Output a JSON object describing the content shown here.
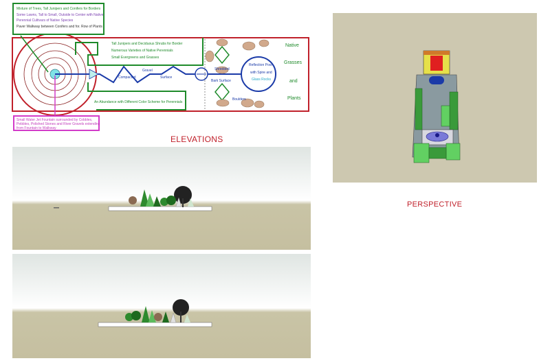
{
  "plan": {
    "legend_green": [
      "Mixture of Trees, Tall Junipers and Conifers for Borders",
      "Some Lawns, Tall to Small, Outside to Center with Native",
      "Perennial Cultivars of Native Species",
      "Paver Walkway between Conifers and for. Row of Plants"
    ],
    "legend_pink": [
      "Small Water Jet Fountain surrounded by Cobbles,",
      "Pebbles, Polished Stones and River Gravels extending",
      "from Fountain to Walkway"
    ],
    "green_box_top": [
      "Tall Junipers and Deciduous Shrubs for Border",
      "Numerous Varieties of Native Perennials",
      "Small Evergreens and Grasses"
    ],
    "path_labels": {
      "compacted": "Compacted",
      "gravel": "Gravel",
      "surface": "Surface"
    },
    "stone_labels": {
      "shredded": "Shredded",
      "bark_surface": "Bark Surface",
      "boulders": "Boulders"
    },
    "pool_text": [
      "Reflection Pool",
      "with Spire and",
      "Glass Rocks"
    ],
    "side_text": [
      "Native",
      "Grasses",
      "and",
      "Plants"
    ],
    "bottom_note": "An Abundance with Different Color Scheme for Perennials"
  },
  "elevations_title": "ELEVATIONS",
  "perspective_title": "PERSPECTIVE",
  "colors": {
    "border_red": "#c0202a",
    "hedge_green": "#1e8a2a",
    "path_blue": "#1a3aa8",
    "legend_pink": "#d23bc9",
    "title_red": "#c0202a",
    "ground_tan": "#c6c0a1",
    "sky": "#dfe5e2"
  }
}
